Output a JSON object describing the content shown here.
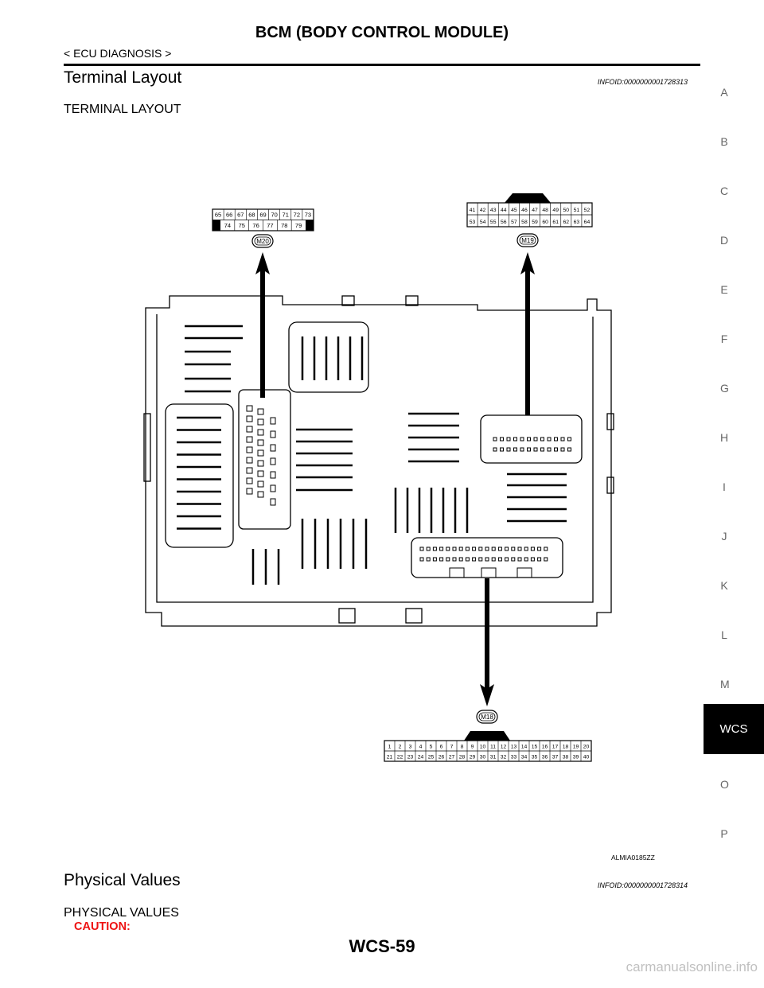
{
  "header": {
    "title": "BCM (BODY CONTROL MODULE)",
    "breadcrumb": "< ECU DIAGNOSIS >"
  },
  "section1": {
    "title": "Terminal Layout",
    "infoid": "INFOID:0000000001728313",
    "subhead": "TERMINAL LAYOUT"
  },
  "figure": {
    "code": "ALMIA0185ZZ",
    "connectors": [
      {
        "label": "M20",
        "rows": [
          [
            "65",
            "66",
            "67",
            "68",
            "69",
            "70",
            "71",
            "72",
            "73"
          ],
          [
            "74",
            "75",
            "76",
            "77",
            "78",
            "79"
          ]
        ]
      },
      {
        "label": "M19",
        "rows": [
          [
            "41",
            "42",
            "43",
            "44",
            "45",
            "46",
            "47",
            "48",
            "49",
            "50",
            "51",
            "52"
          ],
          [
            "53",
            "54",
            "55",
            "56",
            "57",
            "58",
            "59",
            "60",
            "61",
            "62",
            "63",
            "64"
          ]
        ]
      },
      {
        "label": "M18",
        "rows": [
          [
            "1",
            "2",
            "3",
            "4",
            "5",
            "6",
            "7",
            "8",
            "9",
            "10",
            "11",
            "12",
            "13",
            "14",
            "15",
            "16",
            "17",
            "18",
            "19",
            "20"
          ],
          [
            "21",
            "22",
            "23",
            "24",
            "25",
            "26",
            "27",
            "28",
            "29",
            "30",
            "31",
            "32",
            "33",
            "34",
            "35",
            "36",
            "37",
            "38",
            "39",
            "40"
          ]
        ]
      }
    ]
  },
  "section2": {
    "title": "Physical Values",
    "infoid": "INFOID:0000000001728314",
    "subhead": "PHYSICAL VALUES",
    "caution": "CAUTION:"
  },
  "footer": {
    "page": "WCS-59"
  },
  "sidebar": {
    "letters": [
      "A",
      "B",
      "C",
      "D",
      "E",
      "F",
      "G",
      "H",
      "I",
      "J",
      "K",
      "L",
      "M",
      "O",
      "P"
    ],
    "active": "WCS"
  },
  "watermark": "carmanualsonline.info"
}
